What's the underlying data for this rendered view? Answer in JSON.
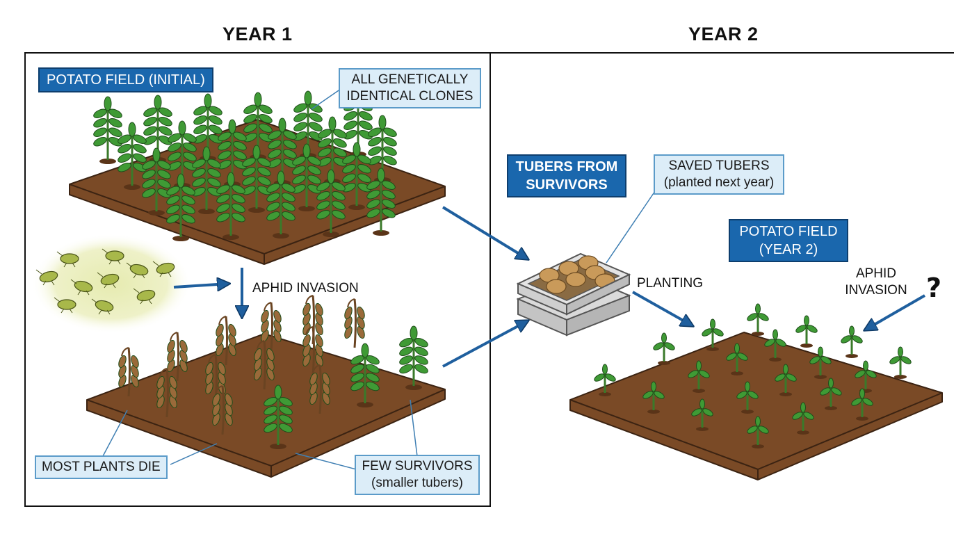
{
  "headings": {
    "year1": "YEAR 1",
    "year2": "YEAR 2"
  },
  "year1": {
    "field_title": "POTATO FIELD (INITIAL)",
    "clones_label": [
      "ALL GENETICALLY",
      "IDENTICAL CLONES"
    ],
    "aphid_invasion": "APHID INVASION",
    "most_die": "MOST PLANTS DIE",
    "survivors_label": [
      "FEW SURVIVORS",
      "(smaller tubers)"
    ]
  },
  "middle": {
    "tubers_title": [
      "TUBERS FROM",
      "SURVIVORS"
    ],
    "saved_tubers": [
      "SAVED TUBERS",
      "(planted next year)"
    ],
    "planting": "PLANTING"
  },
  "year2": {
    "field_title": [
      "POTATO FIELD",
      "(YEAR 2)"
    ],
    "aphid_invasion": [
      "APHID",
      "INVASION"
    ],
    "question_mark": "?"
  },
  "colors": {
    "label_dark_bg": "#1a67ad",
    "label_light_bg": "#dcedf8",
    "soil": "#7a4a26",
    "foliage": "#3f9a35",
    "withered": "#9a6a3a",
    "arrow": "#1f5f9e"
  }
}
